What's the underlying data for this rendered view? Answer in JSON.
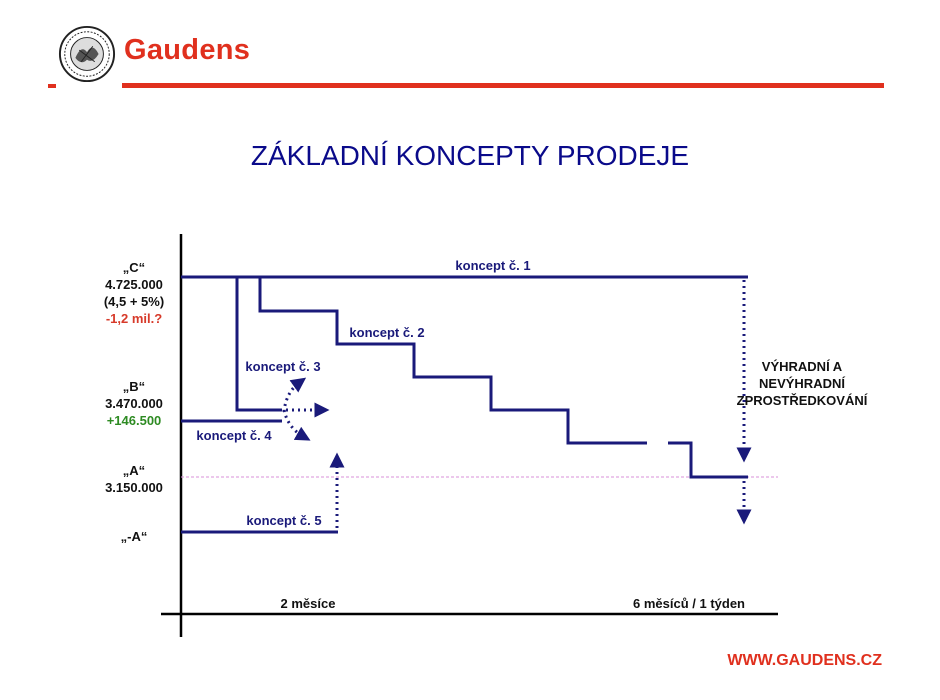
{
  "header": {
    "brand": "Gaudens"
  },
  "title": "ZÁKLADNÍ KONCEPTY PRODEJE",
  "levels": {
    "c": {
      "name": "„C“",
      "price": "4.725.000",
      "note": "(4,5 + 5%)",
      "diff": "-1,2 mil.?"
    },
    "b": {
      "name": "„B“",
      "price": "3.470.000",
      "diff": "+146.500"
    },
    "a": {
      "name": "„A“",
      "price": "3.150.000"
    },
    "minus_a": {
      "name": "„-A“"
    }
  },
  "concepts": {
    "c1": "koncept č. 1",
    "c2": "koncept č. 2",
    "c3": "koncept č. 3",
    "c4": "koncept č. 4",
    "c5": "koncept č. 5"
  },
  "annotation": [
    "VÝHRADNÍ A",
    "NEVÝHRADNÍ",
    "ZPROSTŘEDKOVÁNÍ"
  ],
  "x_axis": {
    "mark1": "2 měsíce",
    "mark2": "6 měsíců / 1 týden"
  },
  "footer": {
    "url": "WWW.GAUDENS.CZ"
  },
  "colors": {
    "brand_red": "#e0301e",
    "line_navy": "#1a1a7a",
    "guide_pink": "#d890d8",
    "positive_green": "#2e8b23"
  }
}
